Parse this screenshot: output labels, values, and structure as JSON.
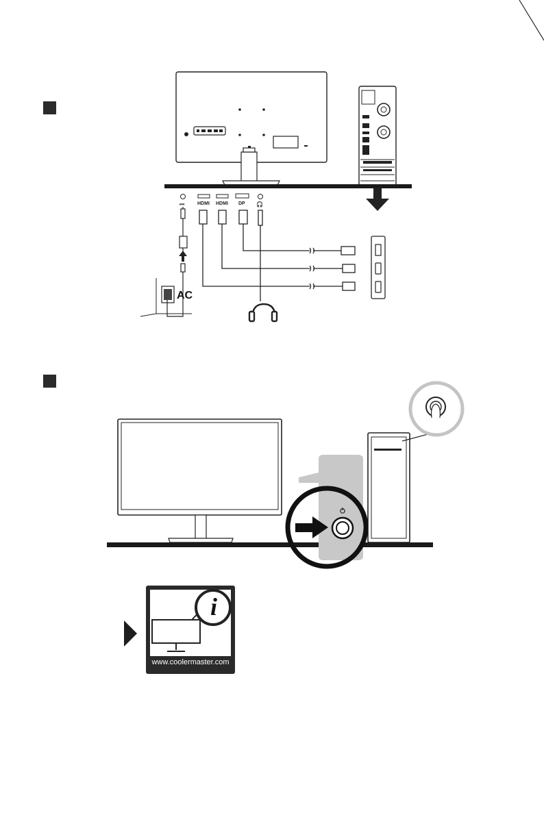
{
  "steps": [
    {
      "label": "step-1"
    },
    {
      "label": "step-2"
    }
  ],
  "ports": {
    "dc_label": "⎓",
    "hdmi1_label": "HDMI",
    "hdmi2_label": "HDMI",
    "dp_label": "DP",
    "audio_label": "🎧"
  },
  "power": {
    "ac_label": "AC"
  },
  "info_card": {
    "website": "www.coolermaster.com",
    "info_glyph": "i"
  },
  "colors": {
    "ink": "#1a1a1a",
    "badge_bg": "#2a2a2a",
    "highlight_gray": "#c8c8c8",
    "tower_panel": "#d9d9d9"
  }
}
